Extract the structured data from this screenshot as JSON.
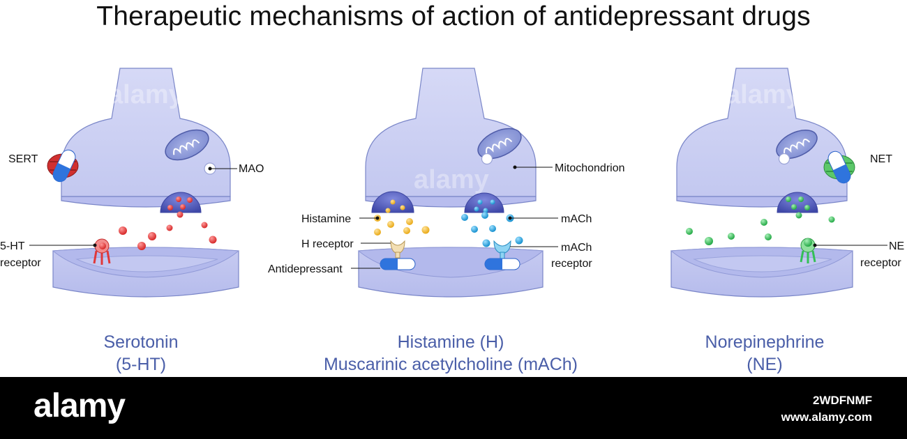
{
  "title": "Therapeutic mechanisms of action of antidepressant drugs",
  "colors": {
    "neuron_fill": "#c9cdf2",
    "neuron_stroke": "#5a6bb8",
    "vesicle": "#5a63c0",
    "serotonin": "#e0383a",
    "histamine": "#f2b736",
    "mach": "#2fa6df",
    "norepinephrine": "#33c057",
    "caption": "#4a5ea8"
  },
  "panels": {
    "serotonin": {
      "labels": {
        "sert": "SERT",
        "mao": "MAO",
        "receptor_line1": "5-HT",
        "receptor_line2": "receptor"
      },
      "caption_line1": "Serotonin",
      "caption_line2": "(5-HT)"
    },
    "histamine": {
      "labels": {
        "histamine": "Histamine",
        "h_receptor": "H receptor",
        "antidepressant": "Antidepressant",
        "mitochondrion": "Mitochondrion",
        "mach": "mACh",
        "mach_receptor_line1": "mACh",
        "mach_receptor_line2": "receptor"
      },
      "caption_line1": "Histamine (H)",
      "caption_line2": "Muscarinic acetylcholine (mACh)"
    },
    "norepinephrine": {
      "labels": {
        "net": "NET",
        "receptor_line1": "NE",
        "receptor_line2": "receptor"
      },
      "caption_line1": "Norepinephrine",
      "caption_line2": "(NE)"
    }
  },
  "watermark": "alamy",
  "footer": {
    "logo": "alamy",
    "image_id": "2WDFNMF",
    "url": "www.alamy.com"
  }
}
